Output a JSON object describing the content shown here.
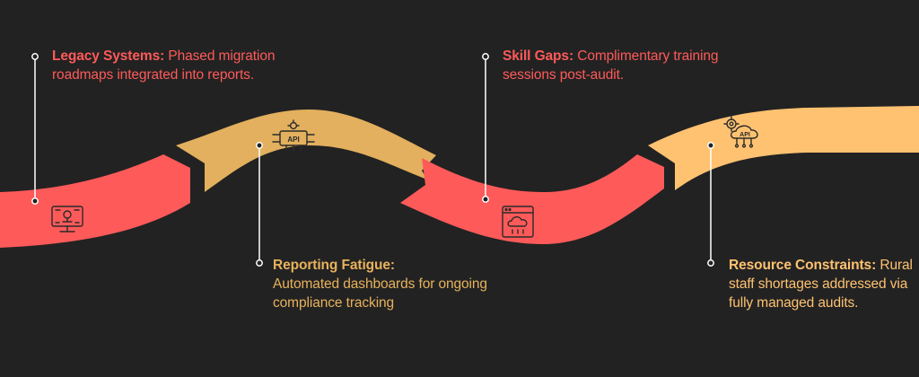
{
  "colors": {
    "background": "#222222",
    "red": "#FF5A5A",
    "tan": "#E2B05E",
    "peach": "#FFC271",
    "line": "#FFFFFF",
    "icon_stroke": "#2A2A2A"
  },
  "steps": [
    {
      "heading": "Legacy Systems:",
      "text": "Phased migration roadmaps integrated into reports.",
      "icon": "monitor-code-icon"
    },
    {
      "heading": "Reporting Fatigue:",
      "text": "Automated dashboards for ongoing compliance tracking",
      "icon": "api-chip-icon",
      "icon_label": "API"
    },
    {
      "heading": "Skill Gaps:",
      "text": "Complimentary training sessions post-audit.",
      "icon": "cloud-dashboard-icon"
    },
    {
      "heading": "Resource Constraints:",
      "text": "Rural staff shortages addressed via fully managed audits.",
      "icon": "api-cloud-gear-icon",
      "icon_label": "API"
    }
  ]
}
